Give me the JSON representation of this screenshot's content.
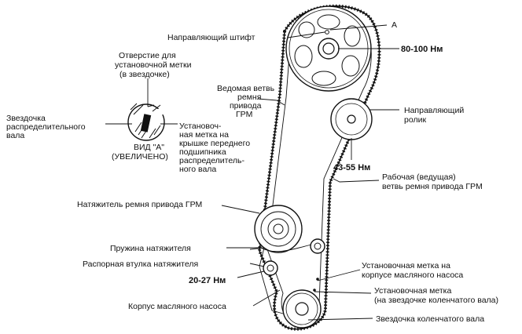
{
  "labels": {
    "point_a": "A",
    "guide_pin": "Направляющий штифт",
    "cam_torque": "80-100 Нм",
    "hole_line1": "Отверстие для",
    "hole_line2": "установочной метки",
    "hole_line3": "(в звездочке)",
    "cam_sprocket_line1": "Звездочка",
    "cam_sprocket_line2": "распределительного",
    "cam_sprocket_line3": "вала",
    "view_a_line1": "ВИД \"А\"",
    "view_a_line2": "(УВЕЛИЧЕНО)",
    "mark_cover_line1": "Установоч-",
    "mark_cover_line2": "ная метка на",
    "mark_cover_line3": "крышке переднего",
    "mark_cover_line4": "подшипника",
    "mark_cover_line5": "распределитель-",
    "mark_cover_line6": "ного вала",
    "slack_line1": "Ведомая ветвь",
    "slack_line2": "ремня",
    "slack_line3": "привода",
    "slack_line4": "ГРМ",
    "idler_line1": "Направляющий",
    "idler_line2": "ролик",
    "idler_torque": "43-55 Нм",
    "tight_line1": "Рабочая (ведущая)",
    "tight_line2": "ветвь ремня привода ГРМ",
    "tensioner": "Натяжитель ремня привода ГРМ",
    "tensioner_spring": "Пружина натяжителя",
    "tensioner_spacer": "Распорная втулка натяжителя",
    "spacer_torque": "20-27 Нм",
    "oil_pump_housing": "Корпус масляного насоса",
    "pump_mark_line1": "Установочная метка на",
    "pump_mark_line2": "корпусе масляного насоса",
    "crank_mark_line1": "Установочная метка",
    "crank_mark_line2": "(на звездочке коленчатого вала)",
    "crank_sprocket": "Звездочка коленчатого вала"
  }
}
